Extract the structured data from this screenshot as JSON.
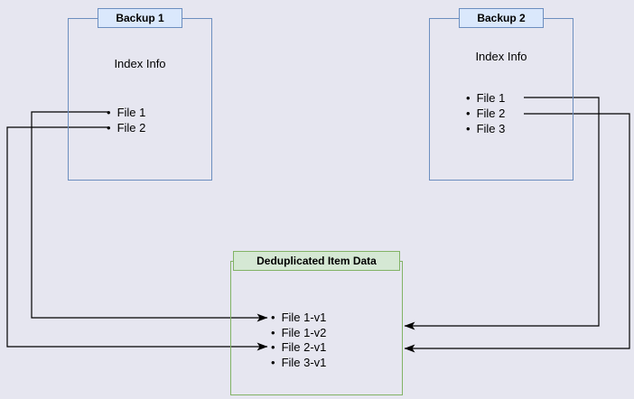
{
  "diagram": {
    "background_color": "#e6e6f0",
    "line_color": "#000000",
    "backup1": {
      "title": "Backup 1",
      "info_label": "Index Info",
      "files": [
        "File 1",
        "File 2"
      ],
      "border_color": "#6c8ebf",
      "header_fill": "#dae8fc"
    },
    "backup2": {
      "title": "Backup 2",
      "info_label": "Index Info",
      "files": [
        "File 1",
        "File 2",
        "File 3"
      ],
      "border_color": "#6c8ebf",
      "header_fill": "#dae8fc"
    },
    "dedup": {
      "title": "Deduplicated Item Data",
      "items": [
        "File 1-v1",
        "File 1-v2",
        "File 2-v1",
        "File 3-v1"
      ],
      "border_color": "#82b366",
      "header_fill": "#d5e8d4"
    },
    "connections": [
      {
        "from": "Backup 1 / File 1",
        "to": "File 1-v1"
      },
      {
        "from": "Backup 1 / File 2",
        "to": "File 2-v1"
      },
      {
        "from": "Backup 2 / File 1",
        "to": "File 1-v2"
      },
      {
        "from": "Backup 2 / File 2",
        "to": "File 2-v1"
      }
    ]
  }
}
